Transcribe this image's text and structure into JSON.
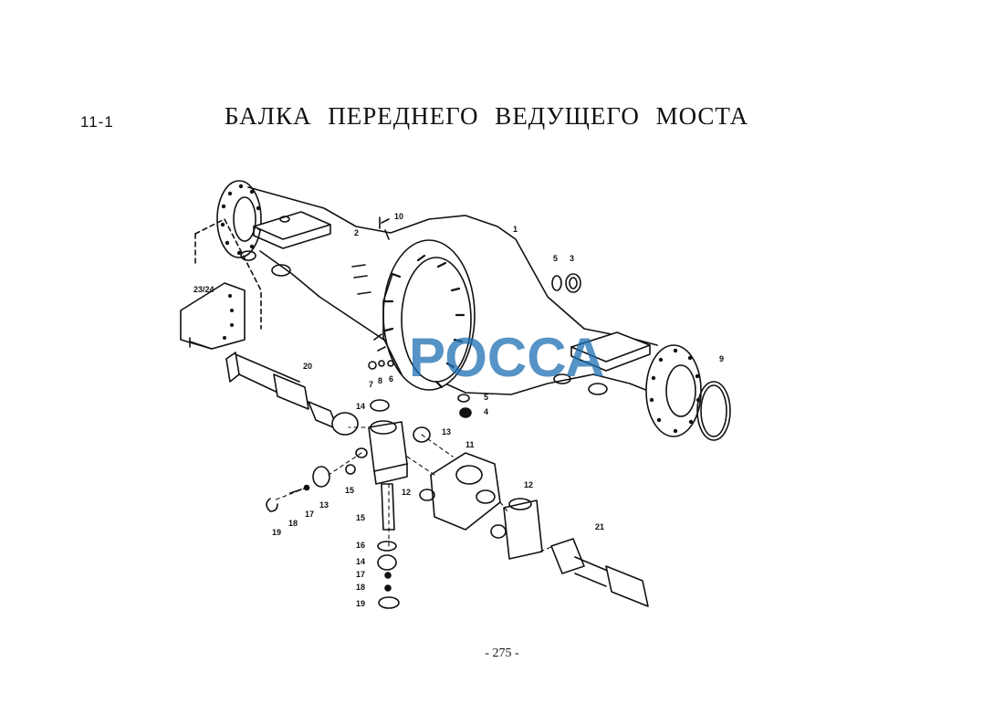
{
  "header": {
    "section_number": "11-1",
    "title": "БАЛКА ПЕРЕДНЕГО ВЕДУЩЕГО МОСТА"
  },
  "footer": {
    "page_number": "- 275 -"
  },
  "watermark": {
    "text": "РОССА",
    "color": "#1e6fb3"
  },
  "callouts": {
    "c1": "1",
    "c2": "2",
    "c3": "3",
    "c4": "4",
    "c5a": "5",
    "c5b": "5",
    "c6": "6",
    "c7": "7",
    "c8": "8",
    "c9": "9",
    "c10": "10",
    "c11": "11",
    "c12a": "12",
    "c12b": "12",
    "c13a": "13",
    "c13b": "13",
    "c14a": "14",
    "c14b": "14",
    "c15a": "15",
    "c15b": "15",
    "c16": "16",
    "c17a": "17",
    "c17b": "17",
    "c18a": "18",
    "c18b": "18",
    "c19a": "19",
    "c19b": "19",
    "c20": "20",
    "c21": "21",
    "c2324": "23/24"
  }
}
